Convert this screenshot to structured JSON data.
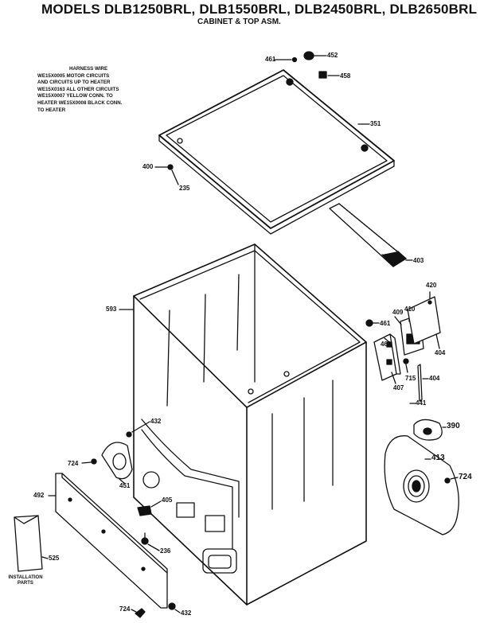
{
  "header": {
    "title": "MODELS DLB1250BRL, DLB1550BRL, DLB2450BRL, DLB2650BRL",
    "subtitle": "CABINET & TOP ASM."
  },
  "harness_note": {
    "heading": "HARNESS WIRE",
    "lines": [
      "WE15X0005 MOTOR CIRCUITS",
      "AND CIRCUITS UP TO HEATER",
      "WE15X0163 ALL OTHER CIRCUITS",
      "WE15X0007 YELLOW CONN. TO",
      "HEATER WE15X0008 BLACK CONN.",
      "TO HEATER"
    ]
  },
  "installation_label": "INSTALLATION PARTS",
  "part_labels": {
    "p461_top": "461",
    "p452": "452",
    "p458": "458",
    "p351": "351",
    "p400": "400",
    "p235": "235",
    "p403": "403",
    "p420": "420",
    "p593": "593",
    "p461_mid": "461",
    "p409": "409",
    "p410": "410",
    "p404_r": "404",
    "p460": "460",
    "p407": "407",
    "p715": "715",
    "p404_b": "404",
    "p441": "441",
    "p390": "390",
    "p432_mid": "432",
    "p724_left": "724",
    "p451": "451",
    "p413": "413",
    "p724_right": "724",
    "p492": "492",
    "p405": "405",
    "p236": "236",
    "p525": "525",
    "p724_bottom": "724",
    "p432_bottom": "432"
  }
}
